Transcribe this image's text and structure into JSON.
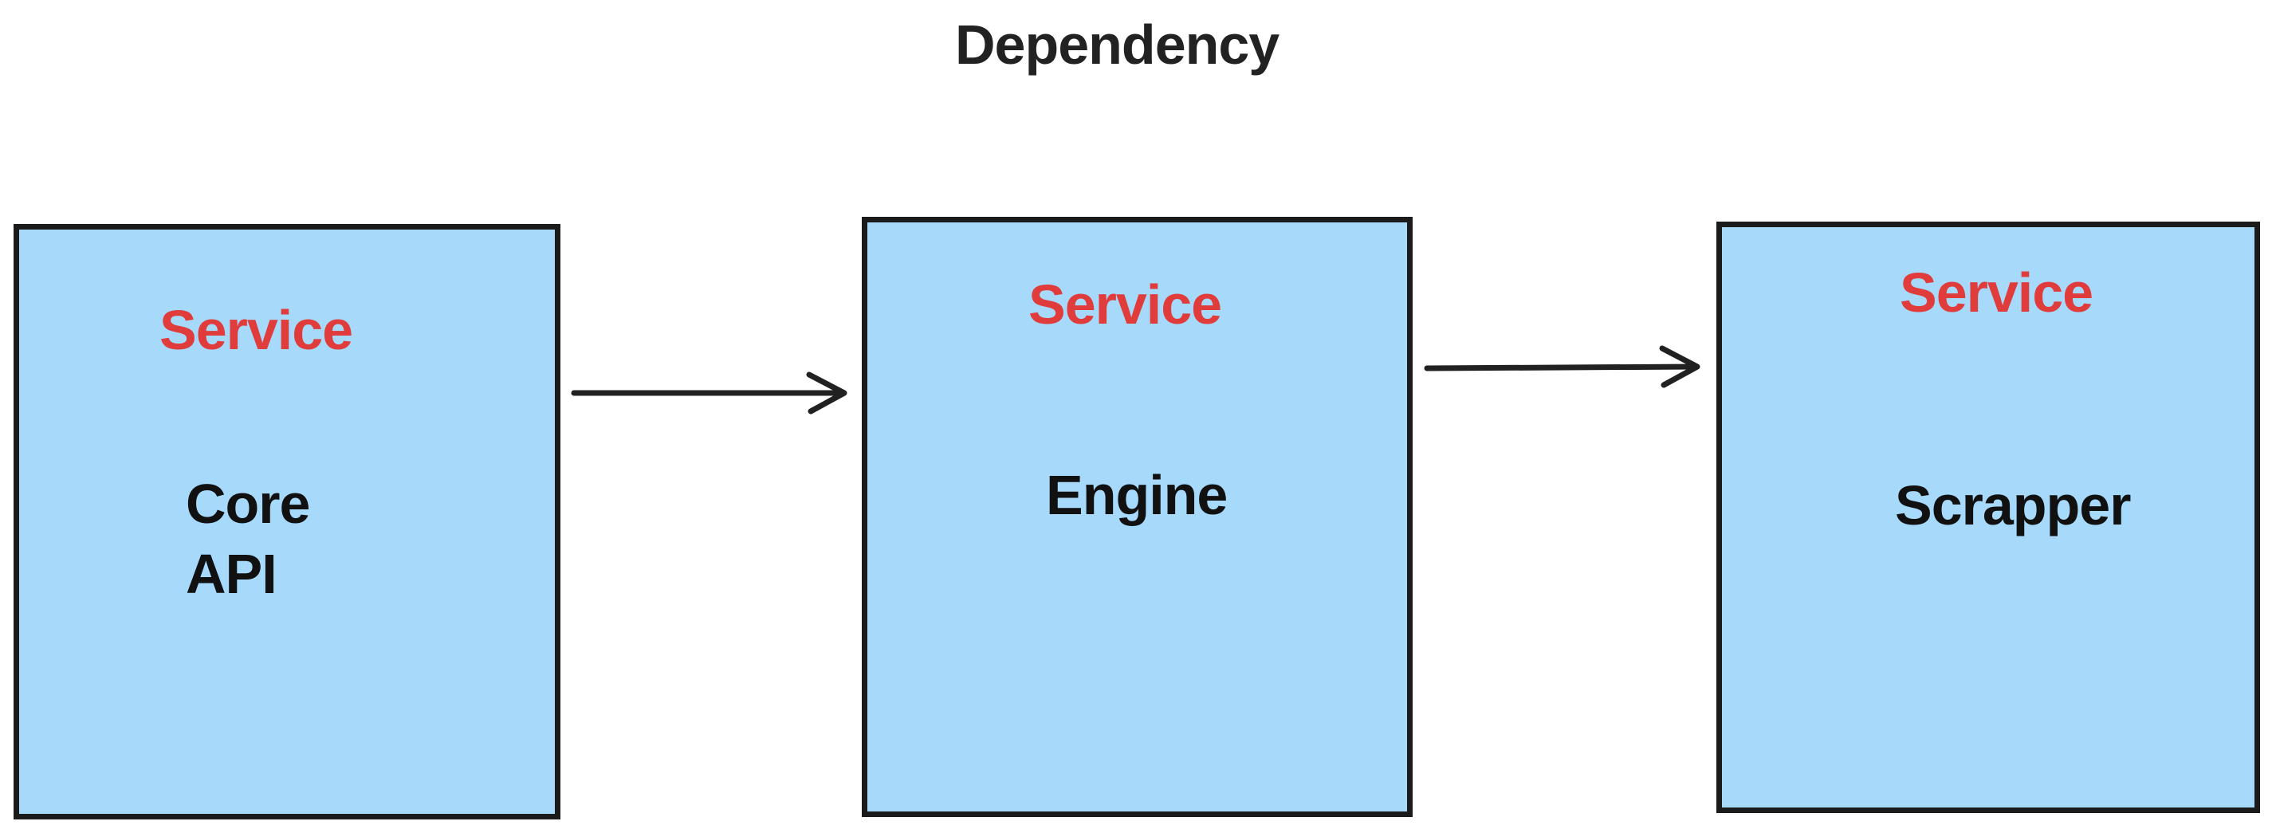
{
  "title": "Dependency",
  "colors": {
    "background": "#ffffff",
    "box_fill": "#a6d9fa",
    "box_border": "#1b1b1b",
    "service_label": "#e03c3c",
    "text": "#111111",
    "title": "#222222",
    "arrow": "#212121"
  },
  "boxes": [
    {
      "type_label": "Service",
      "name": "Core\nAPI"
    },
    {
      "type_label": "Service",
      "name": "Engine"
    },
    {
      "type_label": "Service",
      "name": "Scrapper"
    }
  ],
  "arrows": [
    {
      "from": "Core API",
      "to": "Engine",
      "direction": "right"
    },
    {
      "from": "Engine",
      "to": "Scrapper",
      "direction": "right"
    }
  ]
}
